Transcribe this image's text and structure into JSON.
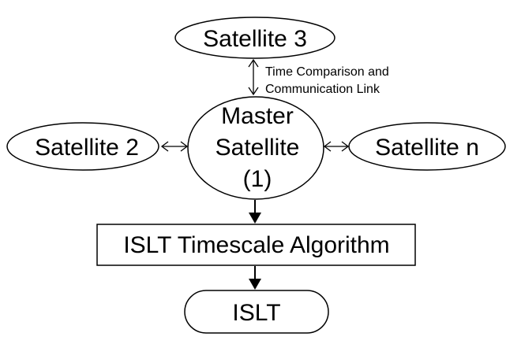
{
  "nodes": {
    "satellite_3": "Satellite 3",
    "satellite_2": "Satellite 2",
    "satellite_n": "Satellite n",
    "master": {
      "line1": "Master",
      "line2": "Satellite",
      "line3": "(1)"
    },
    "algorithm": "ISLT Timescale Algorithm",
    "islt": "ISLT"
  },
  "link_label": {
    "line1": "Time Comparison and",
    "line2": "Communication Link"
  }
}
